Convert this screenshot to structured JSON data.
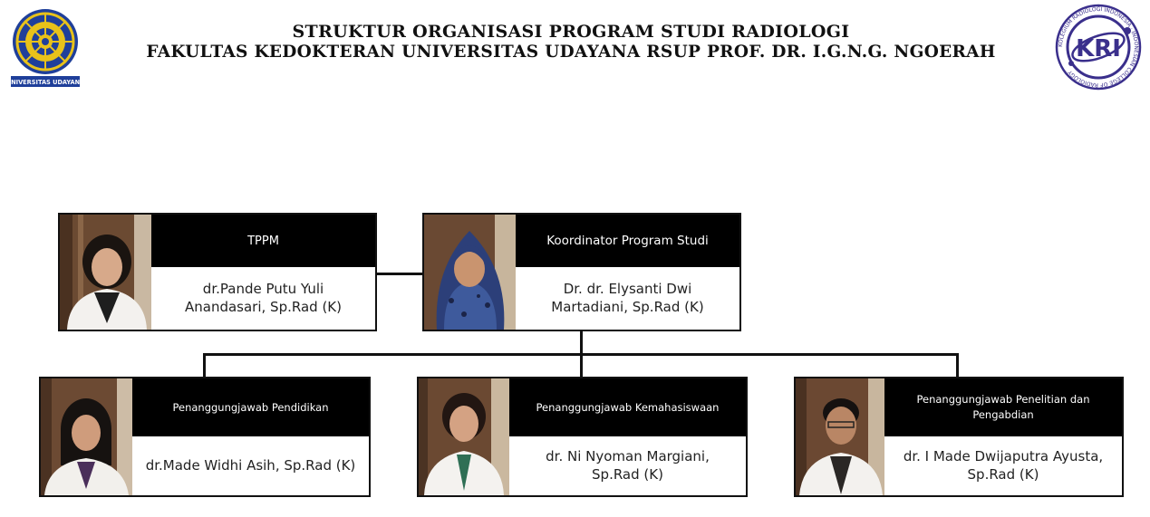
{
  "header": {
    "title_line1": "STRUKTUR ORGANISASI PROGRAM STUDI RADIOLOGI",
    "title_line2": "FAKULTAS KEDOKTERAN UNIVERSITAS UDAYANA RSUP PROF. DR. I.G.N.G. NGOERAH",
    "logo_left_text": "UNIVERSITAS UDAYANA",
    "logo_right_text": "KRI",
    "logo_right_ring_text": "KOLEGIUM RADIOLOGI INDONESIA · INDONESIAN COLLEGE OF RADIOLOGY"
  },
  "colors": {
    "role_bg": "#000000",
    "role_text": "#ffffff",
    "udayana_blue": "#1f3f9a",
    "udayana_gold": "#e8c21a",
    "kri_purple": "#3a2f8c"
  },
  "cards": {
    "tppm": {
      "role": "TPPM",
      "name": "dr.Pande Putu Yuli Anandasari, Sp.Rad (K)"
    },
    "koordinator": {
      "role": "Koordinator Program Studi",
      "name": "Dr. dr. Elysanti Dwi Martadiani, Sp.Rad (K)"
    },
    "pendidikan": {
      "role": "Penanggungjawab Pendidikan",
      "name": "dr.Made Widhi Asih, Sp.Rad (K)"
    },
    "kemahasiswaan": {
      "role": "Penanggungjawab Kemahasiswaan",
      "name": "dr. Ni Nyoman Margiani, Sp.Rad (K)"
    },
    "penelitian": {
      "role": "Penanggungjawab Penelitian dan Pengabdian",
      "name": "dr. I Made Dwijaputra Ayusta, Sp.Rad (K)"
    }
  }
}
